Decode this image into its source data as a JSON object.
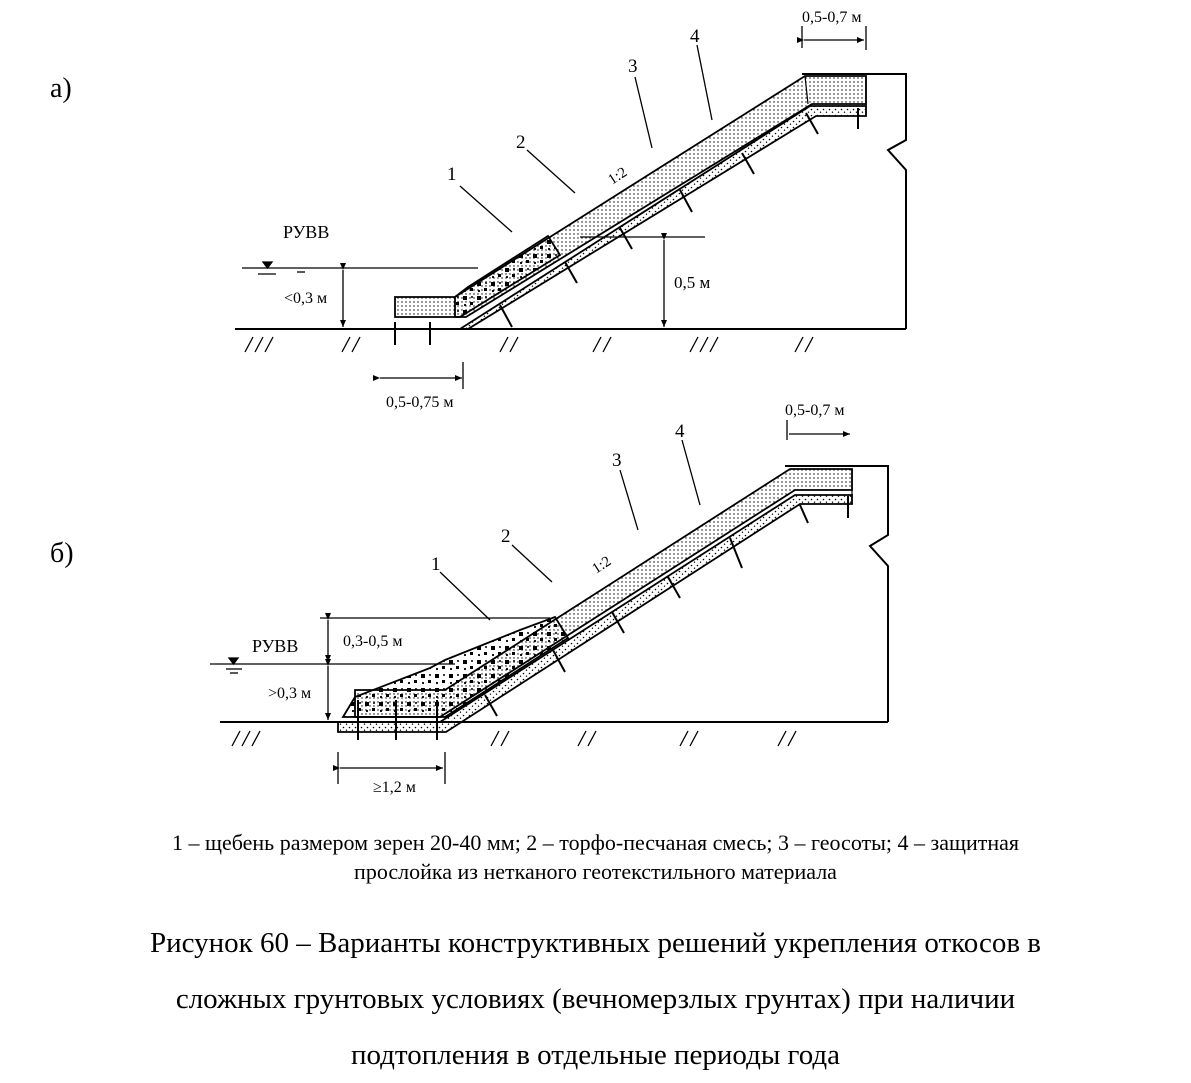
{
  "variant_a": {
    "tag": "а)",
    "callouts": [
      "1",
      "2",
      "3",
      "4"
    ],
    "slope": "1:2",
    "water_level": "РУВВ",
    "depth": "<0,3 м",
    "rise": "0,5 м",
    "toe_width": "0,5-0,75 м",
    "top_width": "0,5-0,7 м"
  },
  "variant_b": {
    "tag": "б)",
    "callouts": [
      "1",
      "2",
      "3",
      "4"
    ],
    "slope": "1:2",
    "water_level": "РУВВ",
    "depth": ">0,3 м",
    "rise": "0,3-0,5 м",
    "toe_width": "≥1,2 м",
    "top_width": "0,5-0,7 м"
  },
  "legend": {
    "line1": "1 – щебень размером зерен 20-40 мм; 2 – торфо-песчаная смесь; 3 – геосоты; 4 – защитная",
    "line2": "прослойка из нетканого геотекстильного материала"
  },
  "figure_caption": {
    "line1": "Рисунок 60 – Варианты конструктивных решений укрепления откосов в",
    "line2": "сложных грунтовых условиях (вечномерзлых грунтах) при наличии",
    "line3": "подтопления в отдельные периоды года"
  }
}
